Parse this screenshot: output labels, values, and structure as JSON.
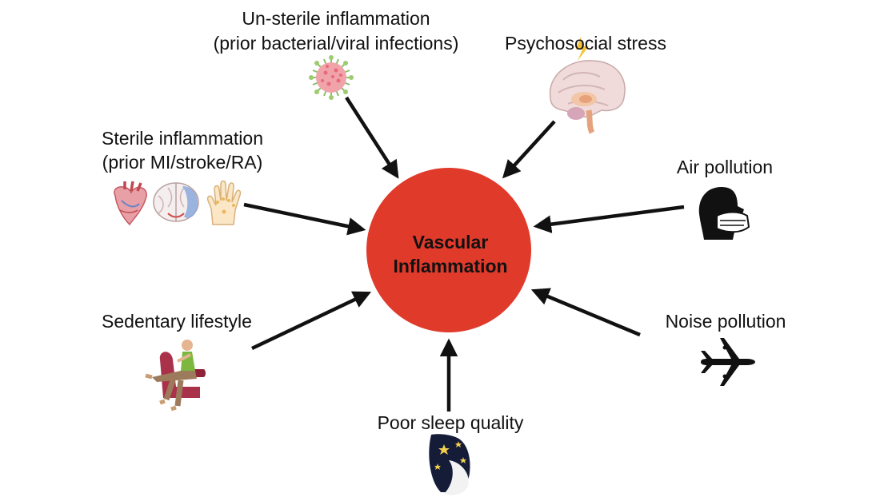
{
  "center": {
    "line1": "Vascular",
    "line2": "Inflammation",
    "fill": "#e03a2b"
  },
  "factors": {
    "unsterile": {
      "line1": "Un-sterile inflammation",
      "line2": "(prior bacterial/viral infections)",
      "icon": "virus-icon"
    },
    "psychosocial": {
      "line1": "Psychosocial stress",
      "icon": "brain-stress-icon"
    },
    "sterile": {
      "line1": "Sterile inflammation",
      "line2": "(prior MI/stroke/RA)",
      "icons": [
        "heart-icon",
        "brain-icon",
        "hand-icon"
      ]
    },
    "air": {
      "line1": "Air pollution",
      "icon": "face-mask-icon"
    },
    "sedentary": {
      "line1": "Sedentary lifestyle",
      "icon": "sitting-person-icon"
    },
    "noise": {
      "line1": "Noise pollution",
      "icon": "airplane-icon"
    },
    "sleep": {
      "line1": "Poor sleep quality",
      "icon": "moon-stars-icon"
    }
  },
  "colors": {
    "circle": "#e03a2b",
    "arrow": "#111111"
  }
}
